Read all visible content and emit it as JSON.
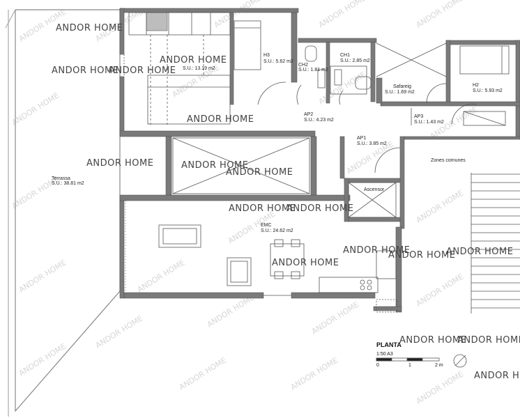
{
  "rooms": {
    "terrassa": {
      "name": "Terrassa",
      "area": "S.U.: 38.81 m2"
    },
    "main_bedroom": {
      "area": "S.U.: 13.19 m2"
    },
    "h3": {
      "name": "H3",
      "area": "S.U.: 5.62 m2"
    },
    "ch2": {
      "name": "CH2",
      "area": "S.U.: 1.81 m2"
    },
    "ch1": {
      "name": "CH1",
      "area": "S.U.: 2.85 m2"
    },
    "safareig": {
      "name": "Safareig",
      "area": "S.U.: 1.69 m2"
    },
    "h2": {
      "name": "H2",
      "area": "S.U.: 5.93 m2"
    },
    "ap2": {
      "name": "AP2",
      "area": "S.U.: 4.23 m2"
    },
    "ap3": {
      "name": "AP3",
      "area": "S.U.: 1.43 m2"
    },
    "ap1": {
      "name": "AP1",
      "area": "S.U.: 3.85 m2"
    },
    "zones_comunes": {
      "name": "Zones comunes"
    },
    "ascensor": {
      "name": "Ascensor"
    },
    "emc": {
      "name": "EMC",
      "area": "S.U.: 24.62 m2"
    }
  },
  "watermark": "ANDOR HOME",
  "title_block": {
    "title": "PLANTA",
    "scale": "1:50 A3",
    "scale_ticks": [
      "0",
      "1",
      "2 m"
    ]
  }
}
